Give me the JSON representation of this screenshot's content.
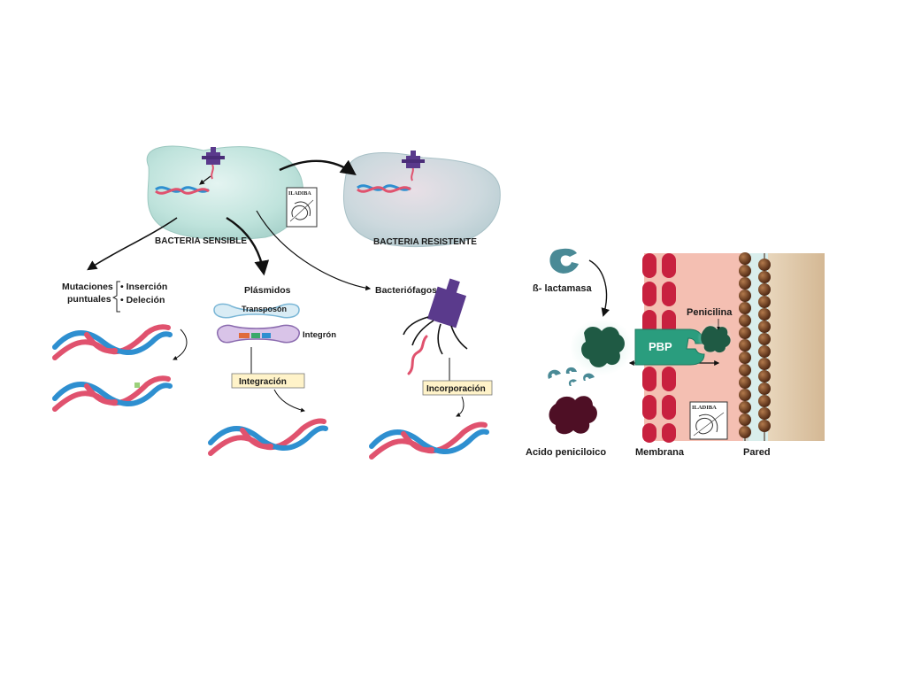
{
  "left_panel": {
    "bacteria_sensitive_label": "BACTERIA SENSIBLE",
    "bacteria_resistant_label": "BACTERIA RESISTENTE",
    "logo_text": "ILADIBA",
    "mutations_label_line1": "Mutaciones",
    "mutations_label_line2": "puntuales",
    "insertion_label": "• Inserción",
    "deletion_label": "• Deleción",
    "plasmids_label": "Plásmidos",
    "transposon_label": "Transposón",
    "integron_label": "Integrón",
    "integration_label": "Integración",
    "bacteriophages_label": "Bacteriófagos",
    "incorporation_label": "Incorporación"
  },
  "right_panel": {
    "beta_lactamase_label": "ß- lactamasa",
    "penicillin_label": "Penicilina",
    "pbp_label": "PBP",
    "penicilloic_acid_label": "Acido peniciloico",
    "membrane_label": "Membrana",
    "wall_label": "Pared",
    "logo_text": "ILADIBA"
  },
  "colors": {
    "bacteria_sensitive": "#bfe3dc",
    "bacteria_resistant": "#c9d7dc",
    "dna_red": "#e0526e",
    "dna_blue": "#2e8fd0",
    "phage_purple": "#5a3a8c",
    "membrane_red": "#c8213f",
    "periplasm_pink": "#f4bfb2",
    "wall_brown": "#6b3b1e",
    "enzyme_teal": "#4a8a96",
    "pbp_green": "#2a9d7e",
    "penicilloic_acid": "#4e0f25",
    "label_box": "#fff3c9"
  }
}
